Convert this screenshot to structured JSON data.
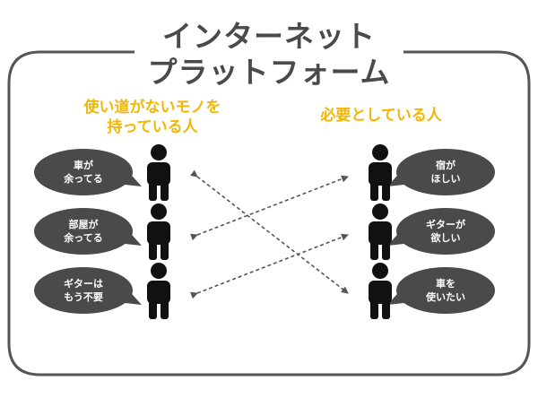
{
  "title": {
    "line1": "インターネット",
    "line2": "プラットフォーム"
  },
  "left_heading": {
    "line1": "使い道がないモノを",
    "line2": "持っている人"
  },
  "right_heading": "必要としている人",
  "left_bubbles": [
    {
      "line1": "車が",
      "line2": "余ってる"
    },
    {
      "line1": "部屋が",
      "line2": "余ってる"
    },
    {
      "line1": "ギターは",
      "line2": "もう不要"
    }
  ],
  "right_bubbles": [
    {
      "line1": "宿が",
      "line2": "ほしい"
    },
    {
      "line1": "ギターが",
      "line2": "欲しい"
    },
    {
      "line1": "車を",
      "line2": "使いたい"
    }
  ],
  "colors": {
    "frame": "#555555",
    "bubble": "#4a4a4a",
    "person": "#111111",
    "heading_accent": "#f2b705",
    "arrow": "#555555"
  }
}
